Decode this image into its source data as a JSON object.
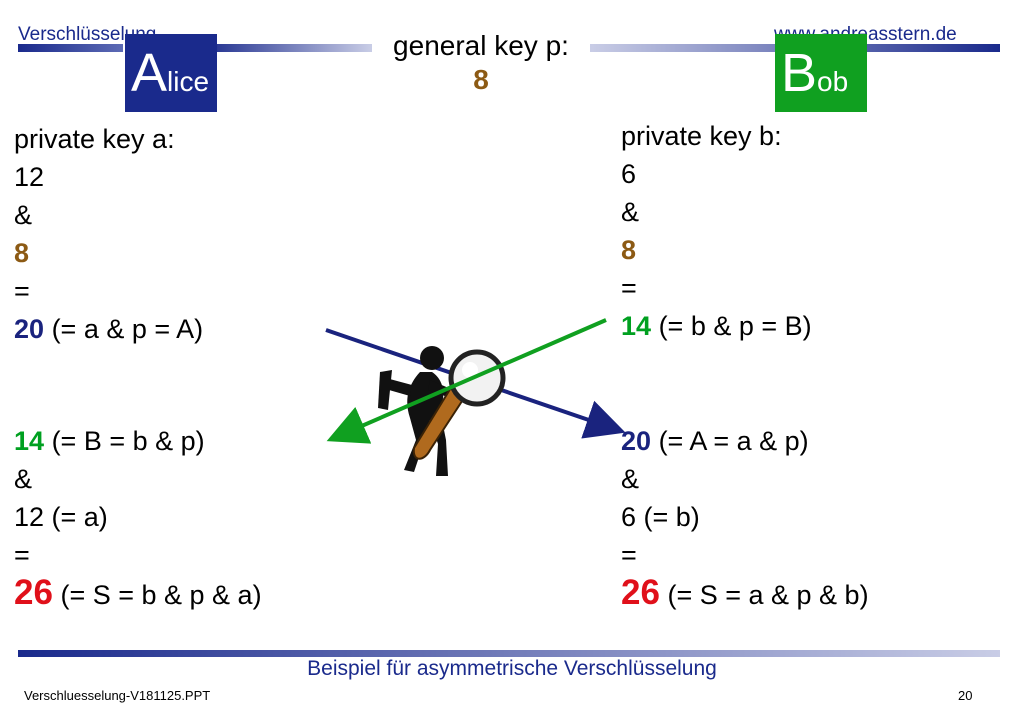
{
  "header": {
    "left_title": "Verschlüsselung",
    "right_url": "www.andreasstern.de"
  },
  "general_key": {
    "label": "general key p:",
    "value": "8"
  },
  "alice": {
    "initial": "A",
    "rest": "lice",
    "color": "#1a2a8c",
    "private_label": "private key a:",
    "private_value": "12",
    "amp1": "&",
    "p_value": "8",
    "eq1": "=",
    "public_value": "20",
    "public_note": "(= a & p = A)",
    "received_value": "14",
    "received_note": "(= B = b & p)",
    "amp2": "&",
    "own_key": "12 (= a)",
    "eq2": "=",
    "secret_value": "26",
    "secret_note": "(= S = b & p & a)"
  },
  "bob": {
    "initial": "B",
    "rest": "ob",
    "color": "#10a020",
    "private_label": "private key b:",
    "private_value": "6",
    "amp1": "&",
    "p_value": "8",
    "eq1": "=",
    "public_value": "14",
    "public_note": "(= b & p = B)",
    "received_value": "20",
    "received_note": "(= A = a & p)",
    "amp2": "&",
    "own_key": "6 (= b)",
    "eq2": "=",
    "secret_value": "26",
    "secret_note": "(= S = a & p & b)"
  },
  "footer": {
    "title": "Beispiel für asymmetrische Verschlüsselung",
    "filename": "Verschluesselung-V181125.PPT",
    "page_number": "20"
  },
  "colors": {
    "blue_arrow": "#1a237e",
    "green_arrow": "#10a020",
    "header_bar": "#1a2a8c"
  }
}
